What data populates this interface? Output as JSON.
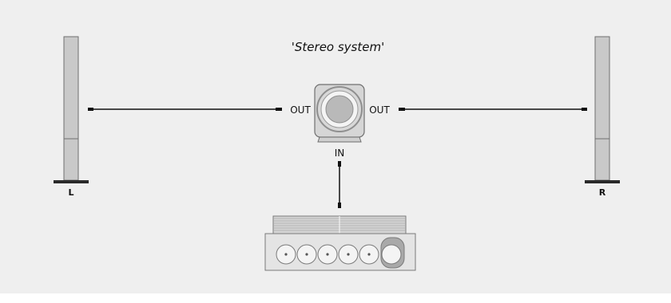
{
  "diagram": {
    "title": "'Stereo system'",
    "speakers": [
      {
        "side_label": "L"
      },
      {
        "side_label": "R"
      }
    ],
    "subwoofer": {
      "out_left": "OUT",
      "out_right": "OUT",
      "input": "IN"
    },
    "colors": {
      "background": "#efefef",
      "cable": "#111111",
      "device_gray": "#c9c9c9",
      "device_dark": "#8f8f8f",
      "device_outline": "#6f6f6f"
    }
  }
}
